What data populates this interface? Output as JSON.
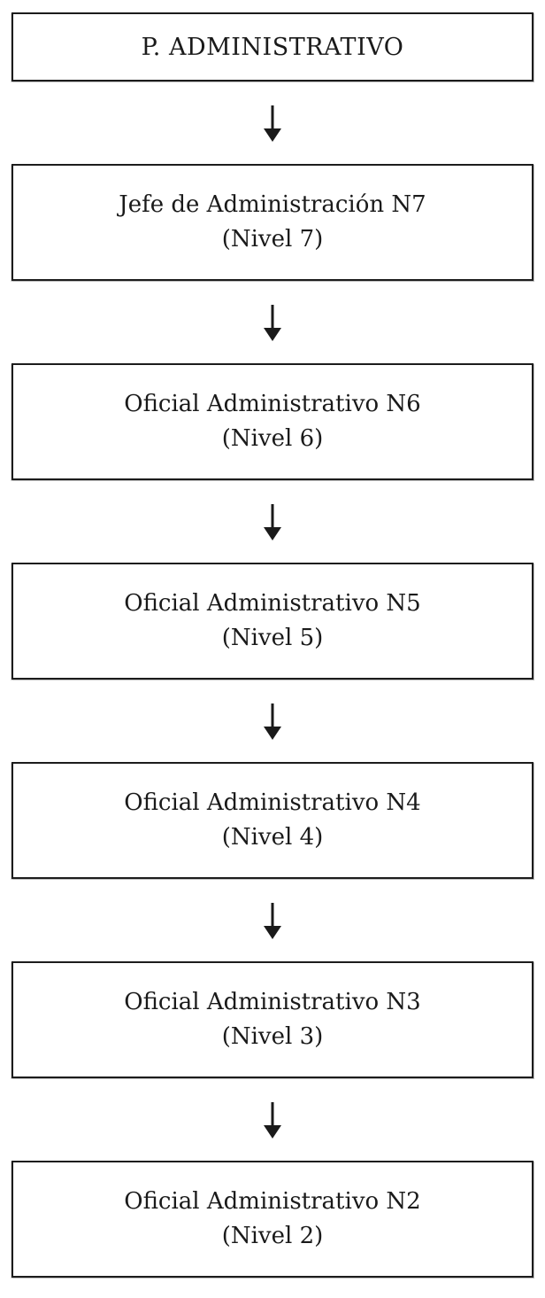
{
  "diagram": {
    "type": "flowchart",
    "direction": "top-down",
    "root": {
      "label": "P. ADMINISTRATIVO"
    },
    "nodes": [
      {
        "title": "Jefe de Administración N7",
        "subtitle": "(Nivel 7)"
      },
      {
        "title": "Oficial Administrativo N6",
        "subtitle": "(Nivel 6)"
      },
      {
        "title": "Oficial Administrativo N5",
        "subtitle": "(Nivel 5)"
      },
      {
        "title": "Oficial Administrativo N4",
        "subtitle": "(Nivel 4)"
      },
      {
        "title": "Oficial Administrativo N3",
        "subtitle": "(Nivel 3)"
      },
      {
        "title": "Oficial Administrativo N2",
        "subtitle": "(Nivel 2)"
      }
    ],
    "connector_icon": "down-arrow",
    "colors": {
      "border": "#1c1c1c",
      "text": "#1a1a1a",
      "background": "#ffffff"
    }
  }
}
